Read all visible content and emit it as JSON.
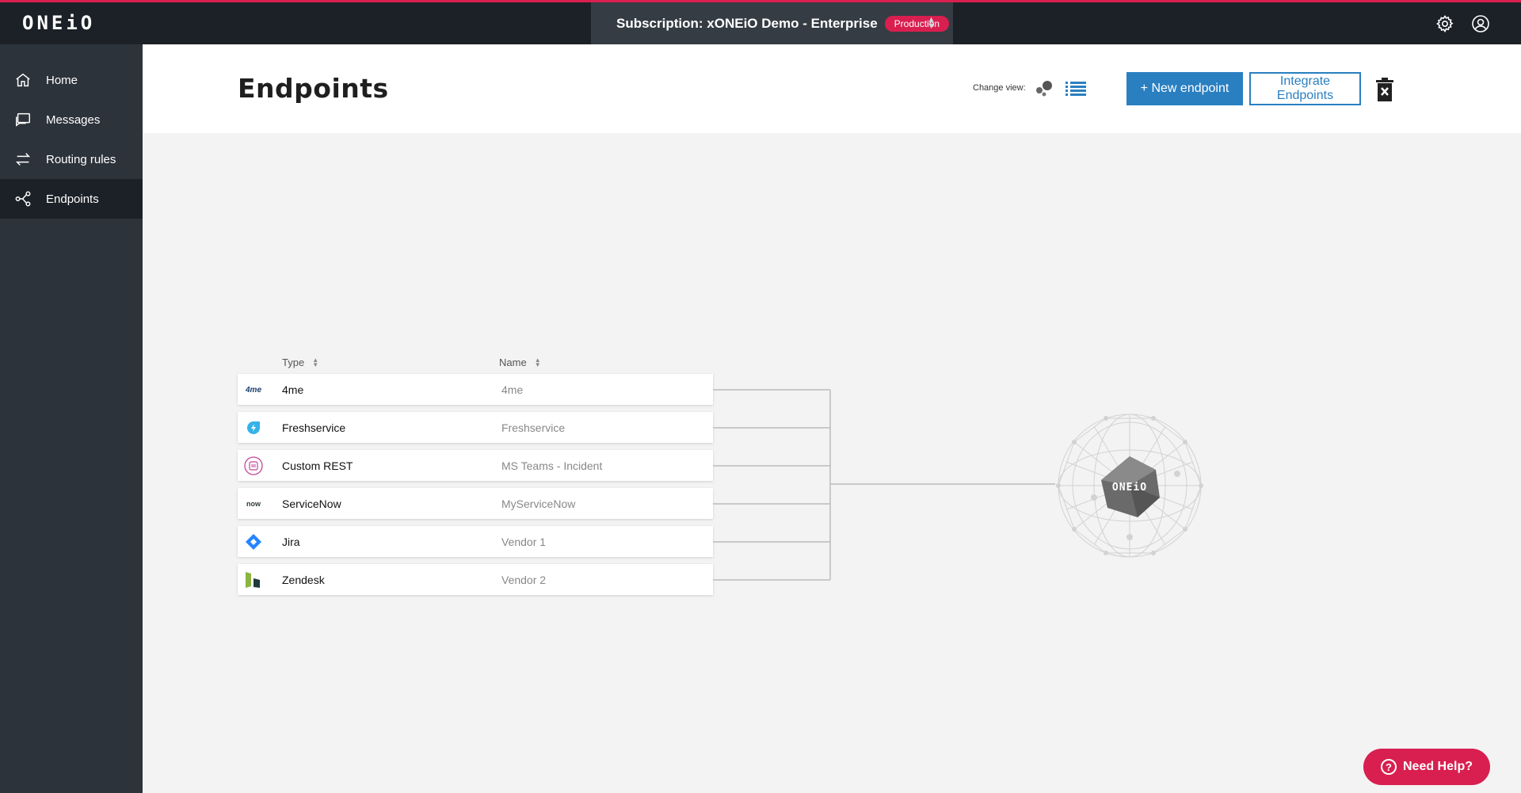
{
  "app": {
    "logo_text": "ONEiO"
  },
  "topbar": {
    "subscription_label": "Subscription: xONEiO Demo - Enterprise",
    "environment_badge": "Production",
    "icons": [
      "gear-icon",
      "user-circle-icon",
      "sort-chevrons-icon"
    ]
  },
  "sidebar": {
    "items": [
      {
        "label": "Home",
        "icon": "home-icon",
        "active": false
      },
      {
        "label": "Messages",
        "icon": "messages-icon",
        "active": false
      },
      {
        "label": "Routing rules",
        "icon": "routing-arrows-icon",
        "active": false
      },
      {
        "label": "Endpoints",
        "icon": "endpoints-network-icon",
        "active": true
      }
    ]
  },
  "header": {
    "title": "Endpoints",
    "change_view_label": "Change view:",
    "view_options": [
      "bubbles-view-icon",
      "list-view-icon"
    ],
    "new_endpoint_label": "+ New endpoint",
    "integrate_label": "Integrate Endpoints"
  },
  "table": {
    "columns": [
      "Type",
      "Name"
    ],
    "rows": [
      {
        "type": "4me",
        "name": "4me",
        "icon": "4me-logo-icon"
      },
      {
        "type": "Freshservice",
        "name": "Freshservice",
        "icon": "freshservice-logo-icon"
      },
      {
        "type": "Custom REST",
        "name": "MS Teams - Incident",
        "icon": "custom-rest-logo-icon"
      },
      {
        "type": "ServiceNow",
        "name": "MyServiceNow",
        "icon": "servicenow-logo-icon"
      },
      {
        "type": "Jira",
        "name": "Vendor 1",
        "icon": "jira-logo-icon"
      },
      {
        "type": "Zendesk",
        "name": "Vendor 2",
        "icon": "zendesk-logo-icon"
      }
    ]
  },
  "hub": {
    "label": "ONEiO"
  },
  "help": {
    "label": "Need Help?"
  },
  "colors": {
    "accent": "#d81f4f",
    "primary": "#2a7fc1",
    "topbar_bg": "#1c2127",
    "sidebar_bg": "#2d333b"
  }
}
